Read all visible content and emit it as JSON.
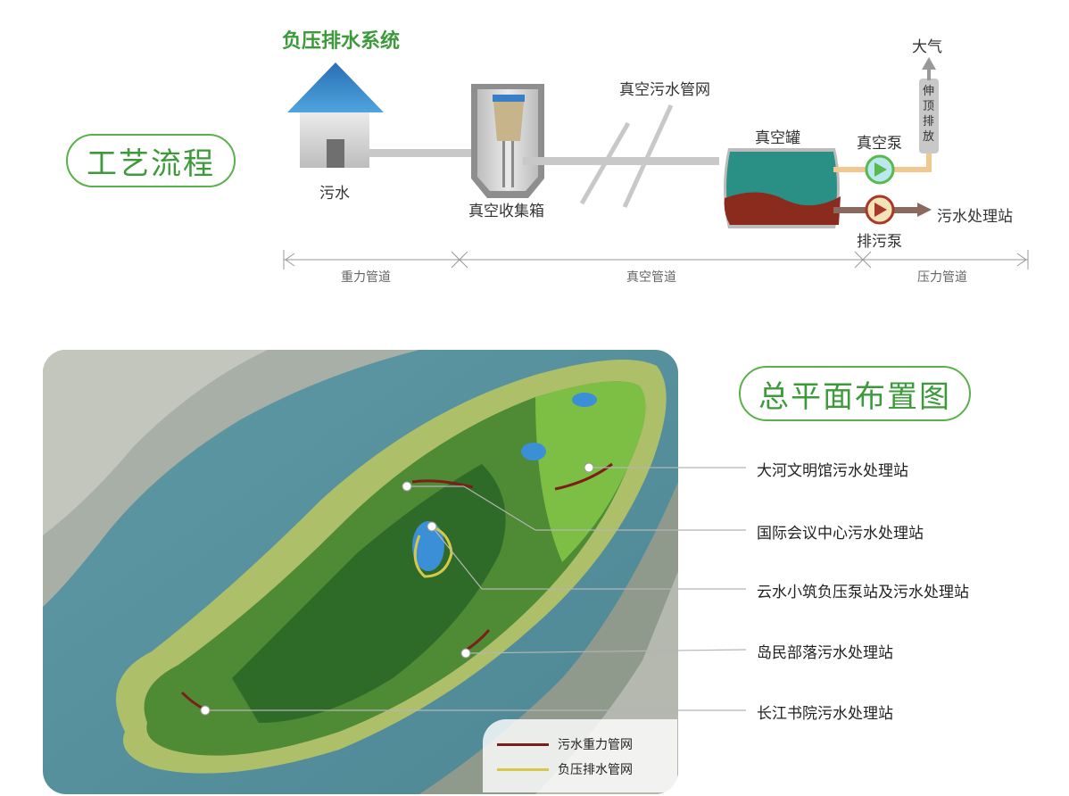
{
  "process": {
    "badge": "工艺流程",
    "system_title": "负压排水系统",
    "house_label": "污水",
    "collector_label": "真空收集箱",
    "network_label": "真空污水管网",
    "tank_label": "真空罐",
    "vacuum_pump_label": "真空泵",
    "drain_pump_label": "排污泵",
    "atmosphere_label": "大气",
    "vent_label": "伸顶排放",
    "station_label": "污水处理站",
    "segments": [
      "重力管道",
      "真空管道",
      "压力管道"
    ]
  },
  "plan": {
    "badge": "总平面布置图",
    "stations": [
      "大河文明馆污水处理站",
      "国际会议中心污水处理站",
      "云水小筑负压泵站及污水处理站",
      "岛民部落污水处理站",
      "长江书院污水处理站"
    ],
    "legend": [
      {
        "label": "污水重力管网",
        "color": "#7a1f1a"
      },
      {
        "label": "负压排水管网",
        "color": "#d8c84a"
      }
    ]
  },
  "colors": {
    "accent_green": "#5ab04a",
    "pipe_gray": "#c8c8c8",
    "tank_water": "#2a8f84",
    "tank_sludge": "#8a2b1e",
    "pipe_orange": "#f0c890"
  }
}
